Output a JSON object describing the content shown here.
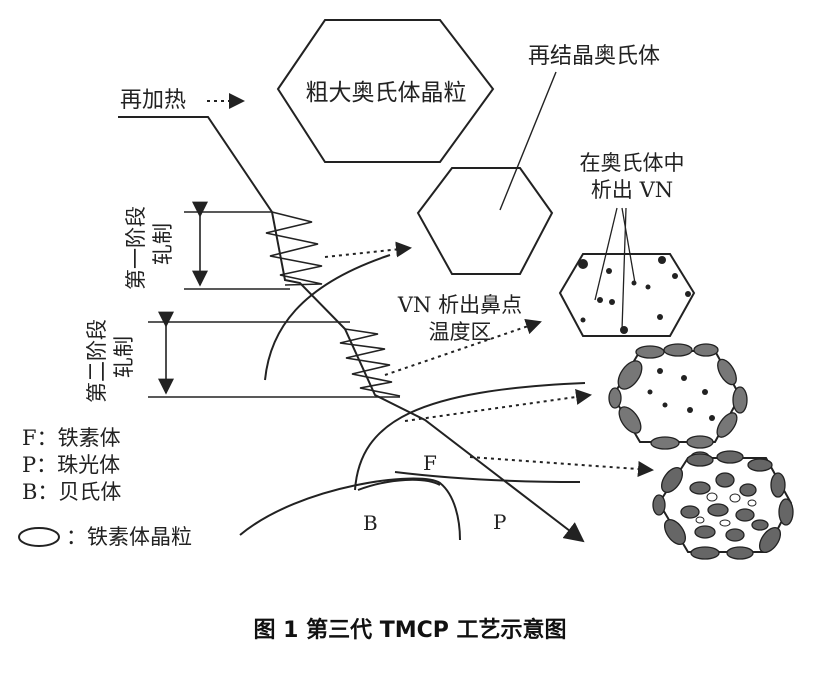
{
  "labels": {
    "reheat": "再加热",
    "coarse_grain": "粗大奥氏体晶粒",
    "recrystallized": "再结晶奥氏体",
    "vn_in_austenite_l1": "在奥氏体中",
    "vn_in_austenite_l2": "析出 VN",
    "stage1_l1": "第一阶段",
    "stage1_l2": "轧制",
    "stage2_l1": "第二阶段",
    "stage2_l2": "轧制",
    "vn_nose_l1": "VN 析出鼻点",
    "vn_nose_l2": "温度区",
    "F": "F",
    "B": "B",
    "P": "P"
  },
  "legend": {
    "f": "F：铁素体",
    "p": "P：珠光体",
    "b": "B：贝氏体",
    "grain": "：铁素体晶粒"
  },
  "caption": "图 1 第三代 TMCP 工艺示意图"
}
